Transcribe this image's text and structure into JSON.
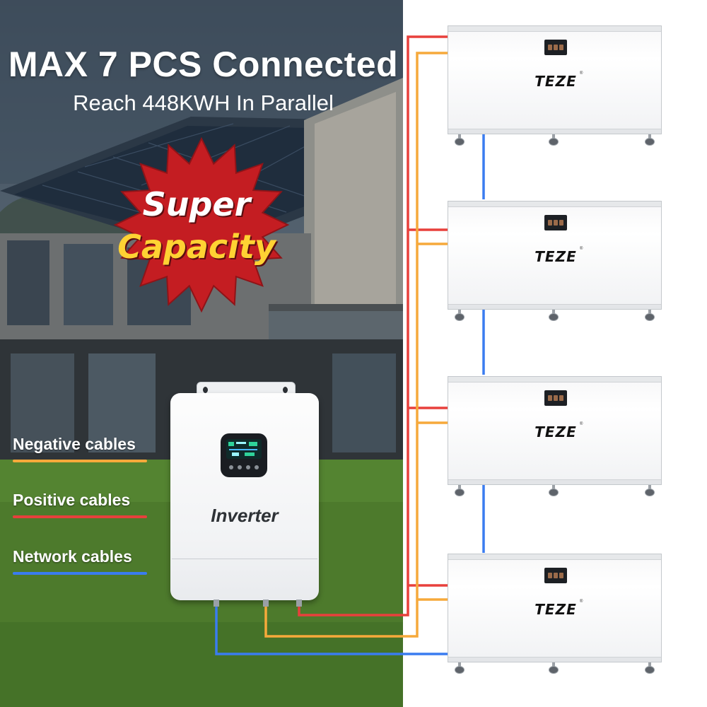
{
  "headline": {
    "title": "MAX 7 PCS Connected",
    "subtitle": "Reach 448KWH In Parallel"
  },
  "badge": {
    "line1": "Super",
    "line2": "Capacity"
  },
  "legend": {
    "negative": "Negative cables",
    "positive": "Positive cables",
    "network": "Network cables"
  },
  "inverter": {
    "label": "Inverter"
  },
  "battery": {
    "logo": "TEZE",
    "reg_mark": "®"
  },
  "colors": {
    "negative_cable": "#f6a93b",
    "positive_cable": "#e8403c",
    "network_cable": "#3a7cf0",
    "burst_red": "#c41d22",
    "burst_yellow": "#ffd233"
  },
  "icons": {
    "burst": "starburst-badge",
    "battery_port": "terminal-connector-icon",
    "wheel": "caster-wheel-icon"
  }
}
